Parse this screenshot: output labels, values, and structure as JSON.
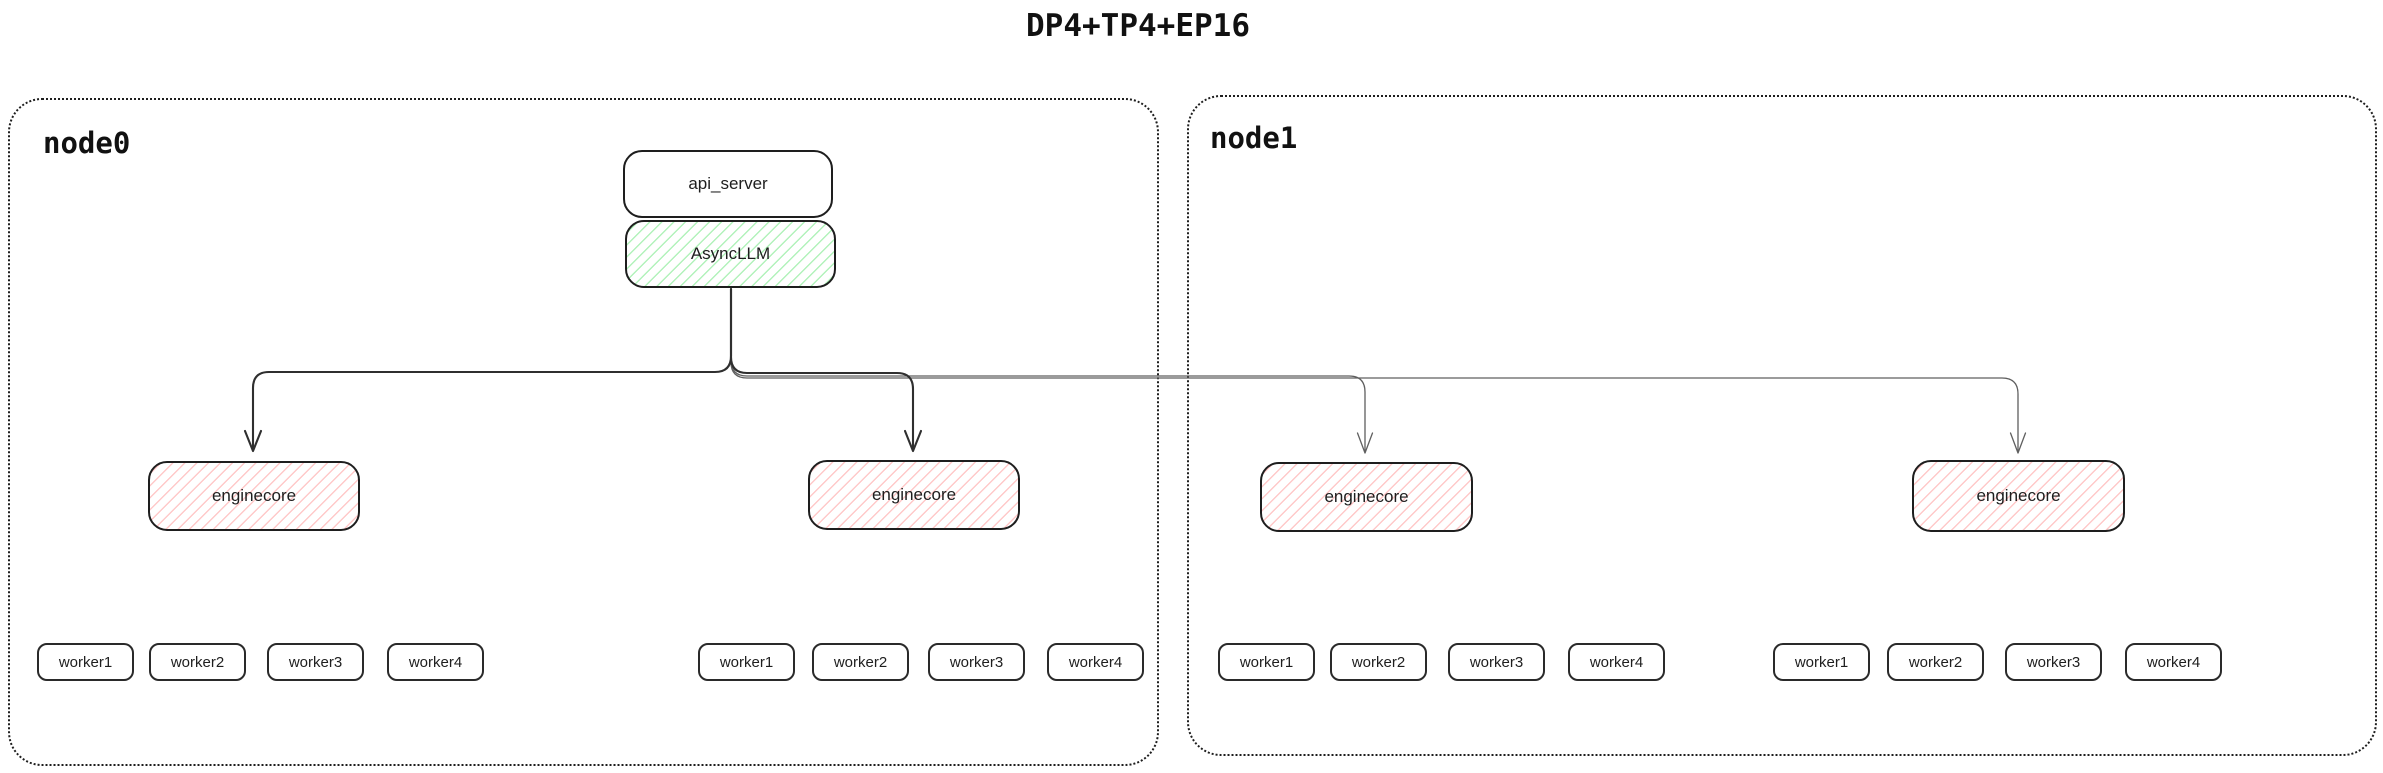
{
  "title": "DP4+TP4+EP16",
  "colors": {
    "stroke": "#1e1e1e",
    "green_hatch": "#b2f2bb",
    "red_hatch": "#ffc9c9",
    "arrow_primary": "#2f2f2f",
    "arrow_secondary": "#5f5f5f",
    "background": "#ffffff"
  },
  "node0": {
    "label": "node0",
    "api_server_label": "api_server",
    "asyncllm_label": "AsyncLLM",
    "enginecores": [
      {
        "label": "enginecore",
        "workers": [
          "worker1",
          "worker2",
          "worker3",
          "worker4"
        ]
      },
      {
        "label": "enginecore",
        "workers": [
          "worker1",
          "worker2",
          "worker3",
          "worker4"
        ]
      }
    ]
  },
  "node1": {
    "label": "node1",
    "enginecores": [
      {
        "label": "enginecore",
        "workers": [
          "worker1",
          "worker2",
          "worker3",
          "worker4"
        ]
      },
      {
        "label": "enginecore",
        "workers": [
          "worker1",
          "worker2",
          "worker3",
          "worker4"
        ]
      }
    ]
  }
}
